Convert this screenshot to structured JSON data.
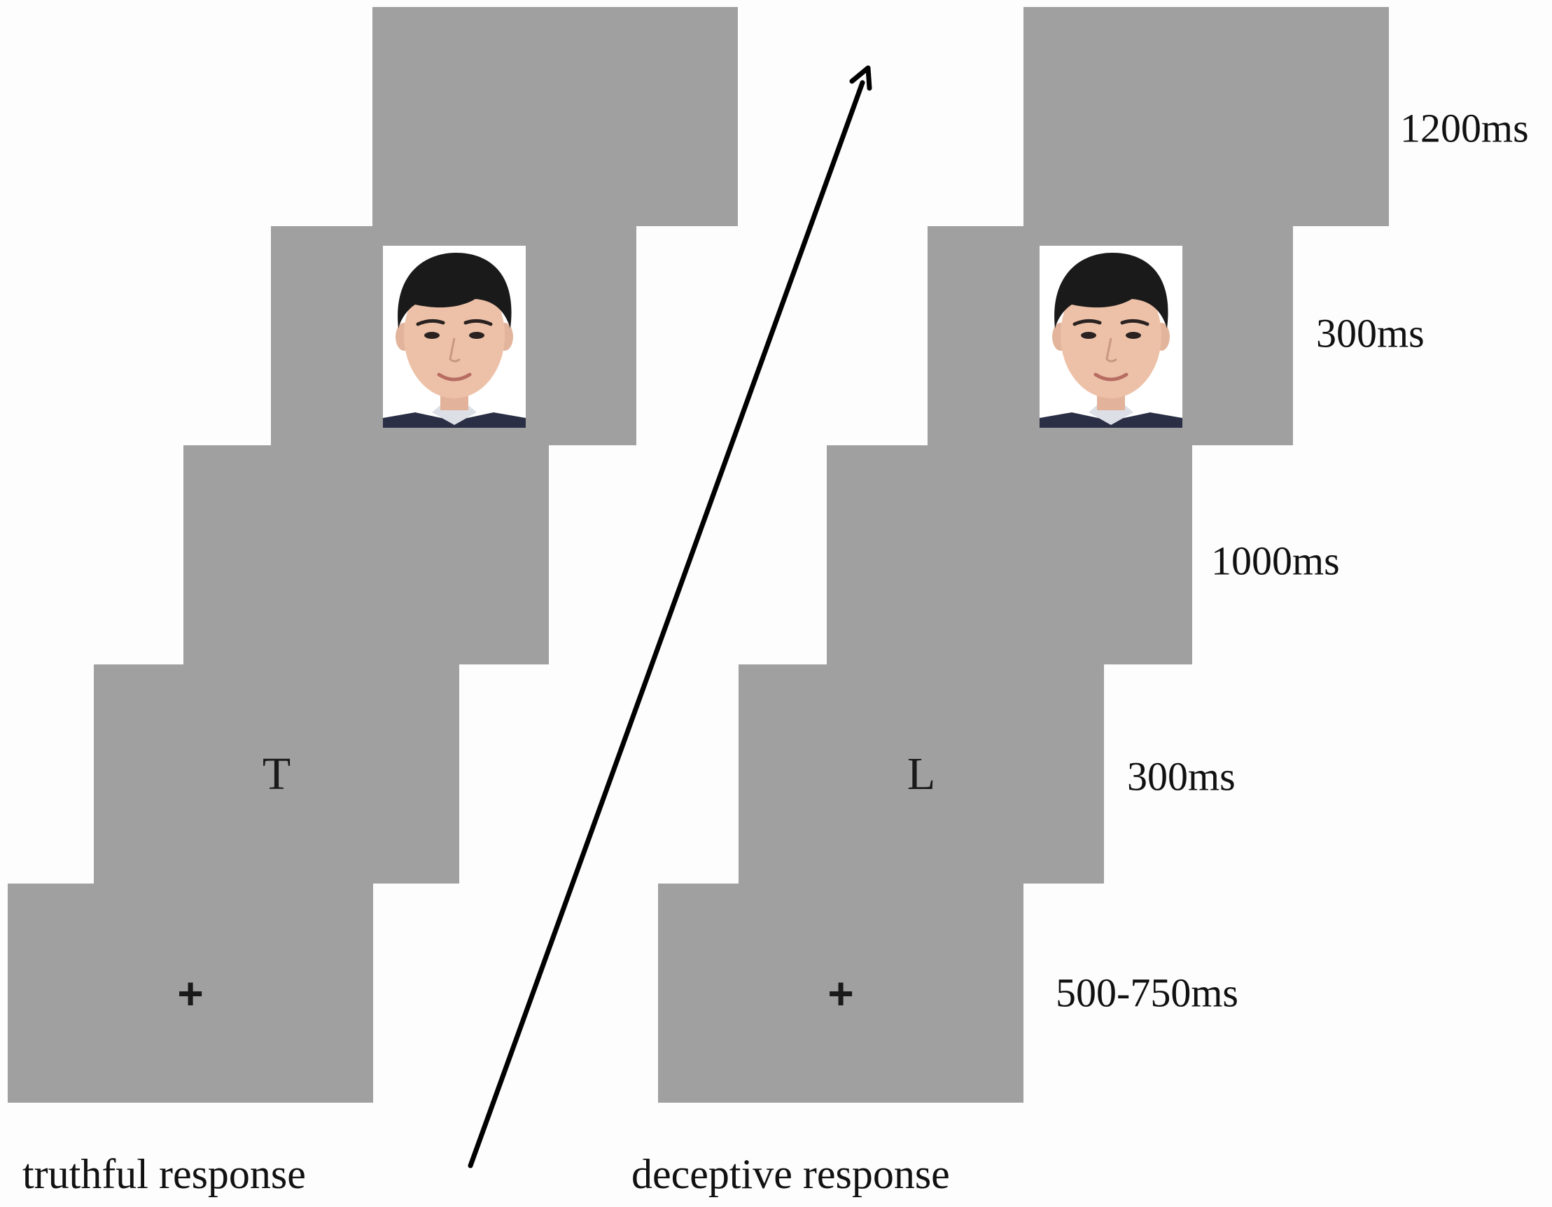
{
  "conditions": {
    "truthful": {
      "label": "truthful response",
      "cue": "T",
      "fixation": "+"
    },
    "deceptive": {
      "label": "deceptive response",
      "cue": "L",
      "fixation": "+"
    }
  },
  "durations": {
    "blank_end": "1200ms",
    "face": "300ms",
    "blank_mid": "1000ms",
    "cue": "300ms",
    "fixation": "500-750ms"
  },
  "colors": {
    "screen": "#a0a0a0",
    "background": "#fdfdfd",
    "arrow": "#000000"
  },
  "icons": {
    "arrow": "time-arrow-icon",
    "face": "face-photo"
  }
}
